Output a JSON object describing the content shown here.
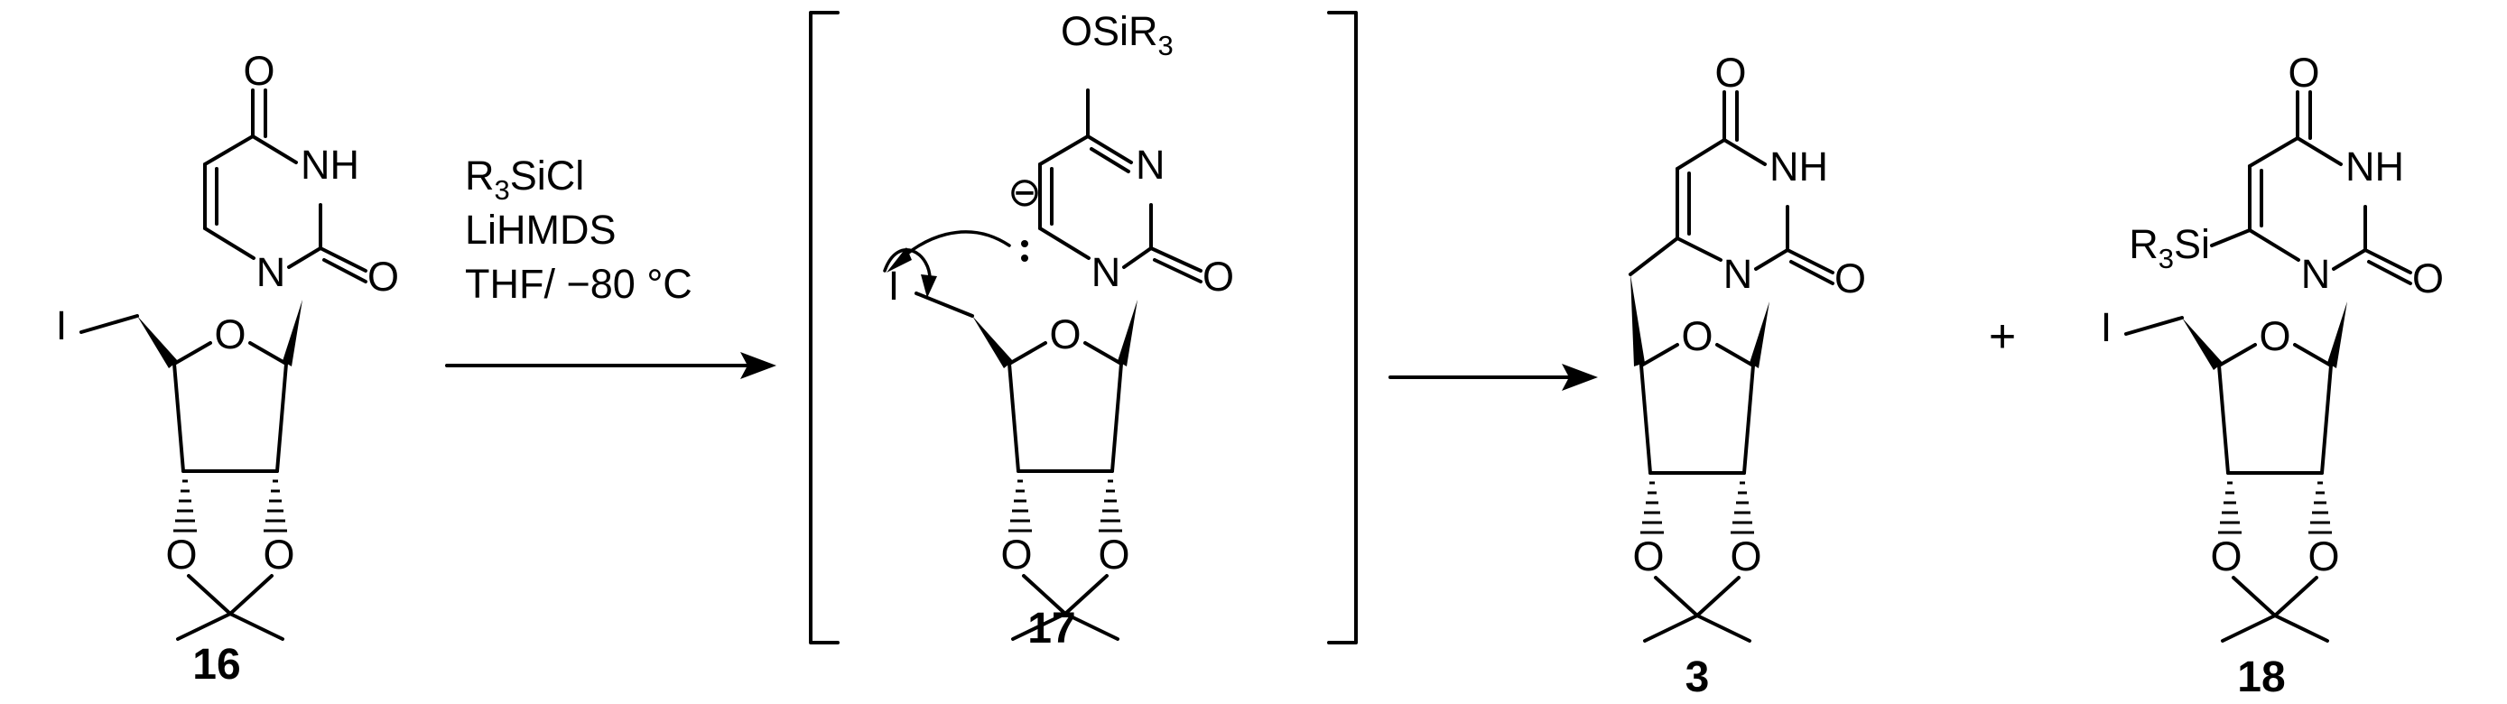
{
  "atoms": {
    "O": "O",
    "N": "N",
    "NH": "NH",
    "I": "I",
    "OSiR": "OSiR",
    "R": "R",
    "Si": "Si",
    "sub3": "3",
    "anion": "⊖"
  },
  "conditions": {
    "reagent_tail": "SiCl",
    "base": "LiHMDS",
    "solvent": "THF/ −80 °C"
  },
  "compounds": {
    "c16": "16",
    "c17": "17",
    "c3": "3",
    "c18": "18"
  },
  "plus": "+"
}
